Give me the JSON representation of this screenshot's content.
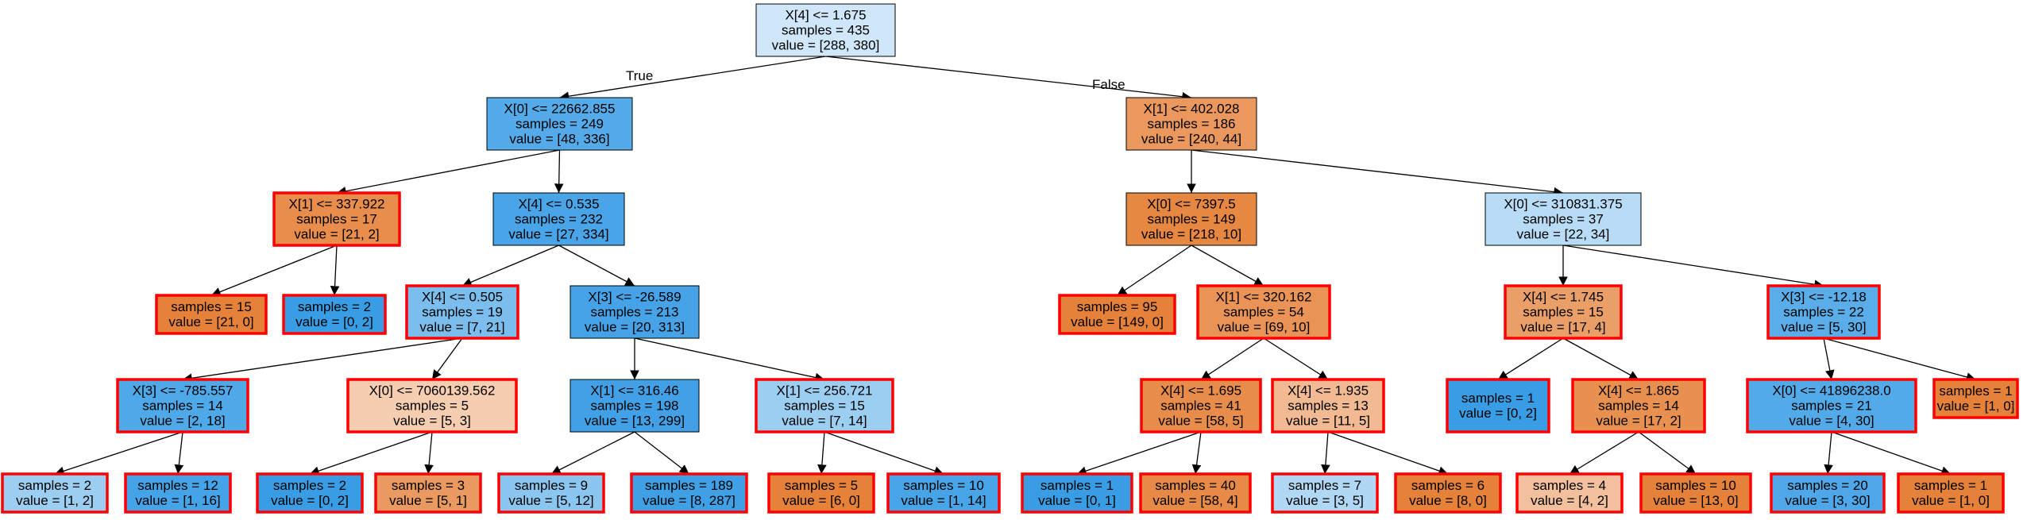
{
  "tree": {
    "colors": {
      "highlight_border": "#ff0000",
      "normal_border": "#000000",
      "edge": "#000000"
    },
    "edge_labels": {
      "true_label": "True",
      "false_label": "False"
    },
    "nodes": [
      {
        "id": "n0",
        "lines": [
          "X[4] <= 1.675",
          "samples = 435",
          "value = [288, 380]"
        ],
        "fill": "#cfe7f9",
        "highlight": false
      },
      {
        "id": "n1",
        "lines": [
          "X[0] <= 22662.855",
          "samples = 249",
          "value = [48, 336]"
        ],
        "fill": "#55abe9",
        "highlight": false
      },
      {
        "id": "n2",
        "lines": [
          "X[1] <= 402.028",
          "samples = 186",
          "value = [240, 44]"
        ],
        "fill": "#ea985d",
        "highlight": false
      },
      {
        "id": "n3",
        "lines": [
          "X[1] <= 337.922",
          "samples = 17",
          "value = [21, 2]"
        ],
        "fill": "#e88d4c",
        "highlight": true
      },
      {
        "id": "n4",
        "lines": [
          "X[4] <= 0.535",
          "samples = 232",
          "value = [27, 334]"
        ],
        "fill": "#49a5e7",
        "highlight": false
      },
      {
        "id": "n5",
        "lines": [
          "samples = 15",
          "value = [21, 0]"
        ],
        "fill": "#e58139",
        "highlight": true
      },
      {
        "id": "n6",
        "lines": [
          "samples = 2",
          "value = [0, 2]"
        ],
        "fill": "#399de5",
        "highlight": true
      },
      {
        "id": "n7",
        "lines": [
          "X[4] <= 0.505",
          "samples = 19",
          "value = [7, 21]"
        ],
        "fill": "#7bbeee",
        "highlight": true
      },
      {
        "id": "n8",
        "lines": [
          "X[3] <= -26.589",
          "samples = 213",
          "value = [20, 313]"
        ],
        "fill": "#46a3e7",
        "highlight": false
      },
      {
        "id": "n9",
        "lines": [
          "X[3] <= -785.557",
          "samples = 14",
          "value = [2, 18]"
        ],
        "fill": "#4fa8e8",
        "highlight": true
      },
      {
        "id": "n10",
        "lines": [
          "X[0] <= 7060139.562",
          "samples = 5",
          "value = [5, 3]"
        ],
        "fill": "#f5cdb0",
        "highlight": true
      },
      {
        "id": "n11",
        "lines": [
          "X[1] <= 316.46",
          "samples = 198",
          "value = [13, 299]"
        ],
        "fill": "#42a1e6",
        "highlight": false
      },
      {
        "id": "n12",
        "lines": [
          "X[1] <= 256.721",
          "samples = 15",
          "value = [7, 14]"
        ],
        "fill": "#9ccef2",
        "highlight": true
      },
      {
        "id": "n13",
        "lines": [
          "samples = 2",
          "value = [1, 2]"
        ],
        "fill": "#9ccef2",
        "highlight": true
      },
      {
        "id": "n14",
        "lines": [
          "samples = 12",
          "value = [1, 16]"
        ],
        "fill": "#45a3e7",
        "highlight": true
      },
      {
        "id": "n15",
        "lines": [
          "samples = 2",
          "value = [0, 2]"
        ],
        "fill": "#399de5",
        "highlight": true
      },
      {
        "id": "n16",
        "lines": [
          "samples = 3",
          "value = [5, 1]"
        ],
        "fill": "#ea9a61",
        "highlight": true
      },
      {
        "id": "n17",
        "lines": [
          "samples = 9",
          "value = [5, 12]"
        ],
        "fill": "#8bc6f0",
        "highlight": true
      },
      {
        "id": "n18",
        "lines": [
          "samples = 189",
          "value = [8, 287]"
        ],
        "fill": "#3fa0e6",
        "highlight": true
      },
      {
        "id": "n19",
        "lines": [
          "samples = 5",
          "value = [6, 0]"
        ],
        "fill": "#e58139",
        "highlight": true
      },
      {
        "id": "n20",
        "lines": [
          "samples = 10",
          "value = [1, 14]"
        ],
        "fill": "#47a4e7",
        "highlight": true
      },
      {
        "id": "n21",
        "lines": [
          "X[0] <= 7397.5",
          "samples = 149",
          "value = [218, 10]"
        ],
        "fill": "#e68742",
        "highlight": false
      },
      {
        "id": "n22",
        "lines": [
          "X[0] <= 310831.375",
          "samples = 37",
          "value = [22, 34]"
        ],
        "fill": "#b9dcf6",
        "highlight": false
      },
      {
        "id": "n23",
        "lines": [
          "samples = 95",
          "value = [149, 0]"
        ],
        "fill": "#e58139",
        "highlight": true
      },
      {
        "id": "n24",
        "lines": [
          "X[1] <= 320.162",
          "samples = 54",
          "value = [69, 10]"
        ],
        "fill": "#e99356",
        "highlight": true
      },
      {
        "id": "n25",
        "lines": [
          "X[4] <= 1.745",
          "samples = 15",
          "value = [17, 4]"
        ],
        "fill": "#eb9f68",
        "highlight": true
      },
      {
        "id": "n26",
        "lines": [
          "X[3] <= -12.18",
          "samples = 22",
          "value = [5, 30]"
        ],
        "fill": "#5aade9",
        "highlight": true
      },
      {
        "id": "n27",
        "lines": [
          "X[4] <= 1.695",
          "samples = 41",
          "value = [58, 5]"
        ],
        "fill": "#e78c4a",
        "highlight": true
      },
      {
        "id": "n28",
        "lines": [
          "X[4] <= 1.935",
          "samples = 13",
          "value = [11, 5]"
        ],
        "fill": "#f1ba93",
        "highlight": true
      },
      {
        "id": "n29",
        "lines": [
          "samples = 1",
          "value = [0, 2]"
        ],
        "fill": "#399de5",
        "highlight": true
      },
      {
        "id": "n30",
        "lines": [
          "X[4] <= 1.865",
          "samples = 14",
          "value = [17, 2]"
        ],
        "fill": "#e89050",
        "highlight": true
      },
      {
        "id": "n31",
        "lines": [
          "X[0] <= 41896238.0",
          "samples = 21",
          "value = [4, 30]"
        ],
        "fill": "#53aae8",
        "highlight": true
      },
      {
        "id": "n32",
        "lines": [
          "samples = 1",
          "value = [1, 0]"
        ],
        "fill": "#e58139",
        "highlight": true
      },
      {
        "id": "n33",
        "lines": [
          "samples = 1",
          "value = [0, 1]"
        ],
        "fill": "#399de5",
        "highlight": true
      },
      {
        "id": "n34",
        "lines": [
          "samples = 40",
          "value = [58, 4]"
        ],
        "fill": "#e78a47",
        "highlight": true
      },
      {
        "id": "n35",
        "lines": [
          "samples = 7",
          "value = [3, 5]"
        ],
        "fill": "#b0d8f5",
        "highlight": true
      },
      {
        "id": "n36",
        "lines": [
          "samples = 6",
          "value = [8, 0]"
        ],
        "fill": "#e58139",
        "highlight": true
      },
      {
        "id": "n37",
        "lines": [
          "samples = 4",
          "value = [4, 2]"
        ],
        "fill": "#f2c09c",
        "highlight": true
      },
      {
        "id": "n38",
        "lines": [
          "samples = 10",
          "value = [13, 0]"
        ],
        "fill": "#e58139",
        "highlight": true
      },
      {
        "id": "n39",
        "lines": [
          "samples = 20",
          "value = [3, 30]"
        ],
        "fill": "#4da7e8",
        "highlight": true
      },
      {
        "id": "n40",
        "lines": [
          "samples = 1",
          "value = [1, 0]"
        ],
        "fill": "#e58139",
        "highlight": true
      }
    ],
    "edges": [
      [
        "n0",
        "n1"
      ],
      [
        "n0",
        "n2"
      ],
      [
        "n1",
        "n3"
      ],
      [
        "n1",
        "n4"
      ],
      [
        "n3",
        "n5"
      ],
      [
        "n3",
        "n6"
      ],
      [
        "n4",
        "n7"
      ],
      [
        "n4",
        "n8"
      ],
      [
        "n7",
        "n9"
      ],
      [
        "n7",
        "n10"
      ],
      [
        "n8",
        "n11"
      ],
      [
        "n8",
        "n12"
      ],
      [
        "n9",
        "n13"
      ],
      [
        "n9",
        "n14"
      ],
      [
        "n10",
        "n15"
      ],
      [
        "n10",
        "n16"
      ],
      [
        "n11",
        "n17"
      ],
      [
        "n11",
        "n18"
      ],
      [
        "n12",
        "n19"
      ],
      [
        "n12",
        "n20"
      ],
      [
        "n2",
        "n21"
      ],
      [
        "n2",
        "n22"
      ],
      [
        "n21",
        "n23"
      ],
      [
        "n21",
        "n24"
      ],
      [
        "n24",
        "n27"
      ],
      [
        "n24",
        "n28"
      ],
      [
        "n27",
        "n33"
      ],
      [
        "n27",
        "n34"
      ],
      [
        "n28",
        "n35"
      ],
      [
        "n28",
        "n36"
      ],
      [
        "n22",
        "n25"
      ],
      [
        "n22",
        "n26"
      ],
      [
        "n25",
        "n29"
      ],
      [
        "n25",
        "n30"
      ],
      [
        "n30",
        "n37"
      ],
      [
        "n30",
        "n38"
      ],
      [
        "n26",
        "n31"
      ],
      [
        "n26",
        "n32"
      ],
      [
        "n31",
        "n39"
      ],
      [
        "n31",
        "n40"
      ]
    ]
  }
}
